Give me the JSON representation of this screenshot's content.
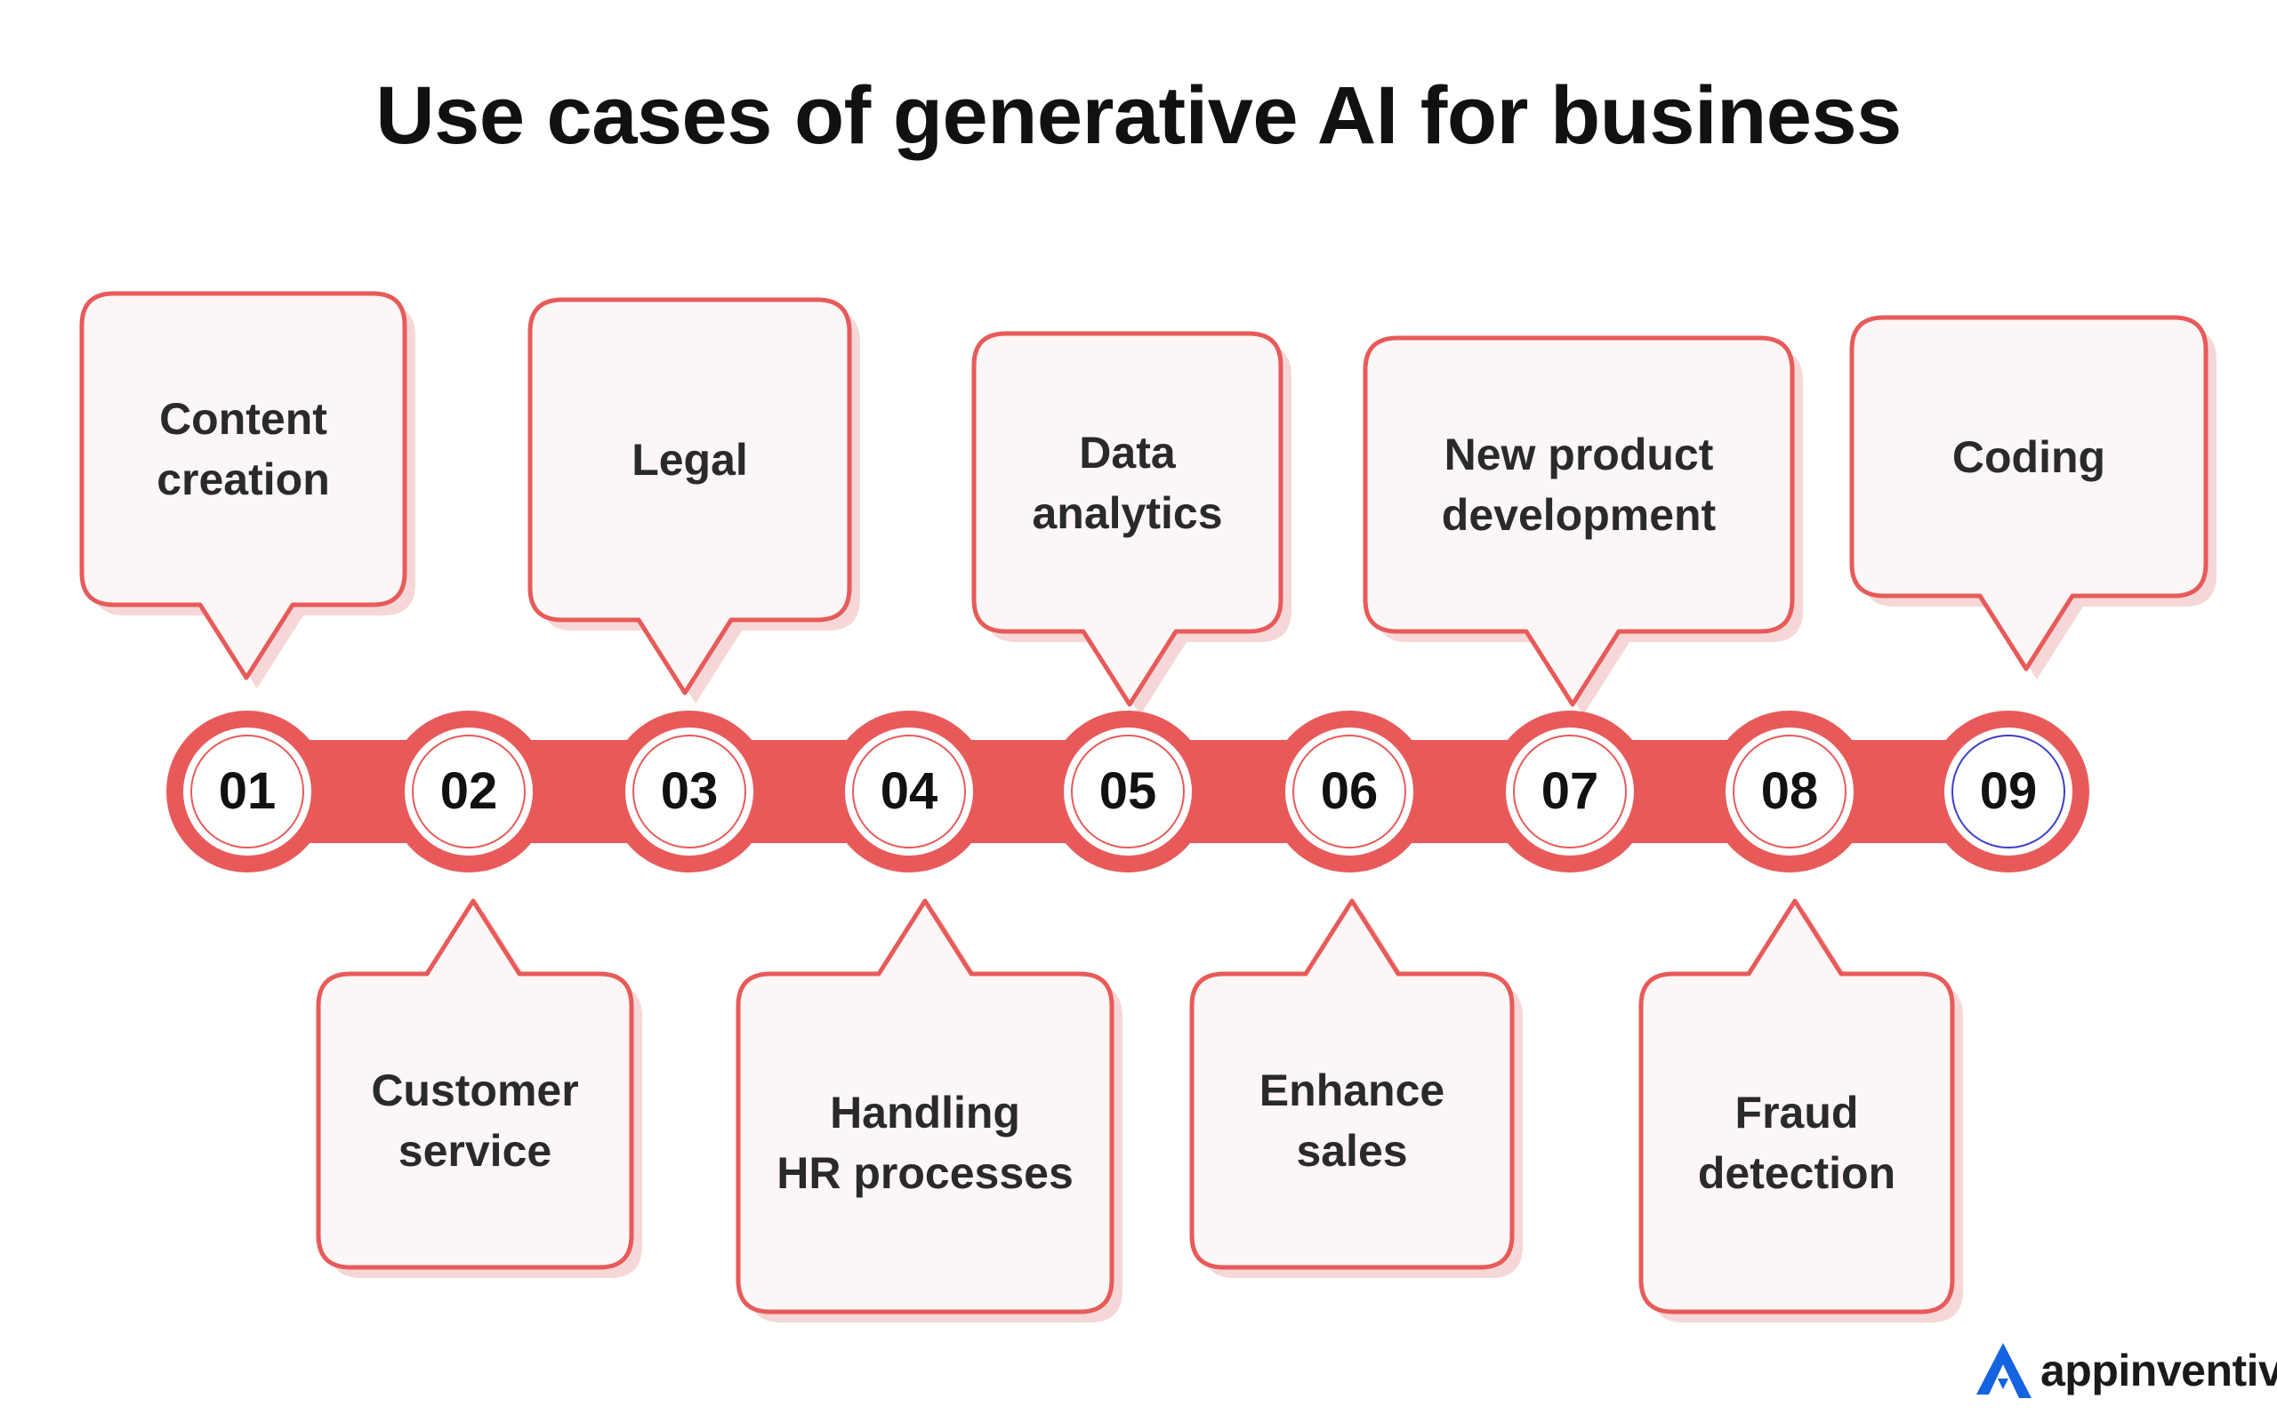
{
  "title": "Use cases of generative AI for business",
  "colors": {
    "accent": "#e85a5a",
    "accent_light": "#f0a9a9",
    "box_fill": "#fdf6f6",
    "shadow": "#f6d7d7",
    "logo_blue": "#1463e0"
  },
  "steps": [
    {
      "number": "01",
      "lines": [
        "Content",
        "creation"
      ],
      "position": "top"
    },
    {
      "number": "02",
      "lines": [
        "Customer",
        "service"
      ],
      "position": "bottom"
    },
    {
      "number": "03",
      "lines": [
        "Legal"
      ],
      "position": "top"
    },
    {
      "number": "04",
      "lines": [
        "Handling",
        "HR processes"
      ],
      "position": "bottom"
    },
    {
      "number": "05",
      "lines": [
        "Data",
        "analytics"
      ],
      "position": "top"
    },
    {
      "number": "06",
      "lines": [
        "Enhance",
        "sales"
      ],
      "position": "bottom"
    },
    {
      "number": "07",
      "lines": [
        "New product",
        "development"
      ],
      "position": "top"
    },
    {
      "number": "08",
      "lines": [
        "Fraud",
        "detection"
      ],
      "position": "bottom"
    },
    {
      "number": "09",
      "lines": [
        "Coding"
      ],
      "position": "top"
    }
  ],
  "brand": {
    "name": "appinventiv",
    "icon": "appinventiv-logo-icon"
  }
}
